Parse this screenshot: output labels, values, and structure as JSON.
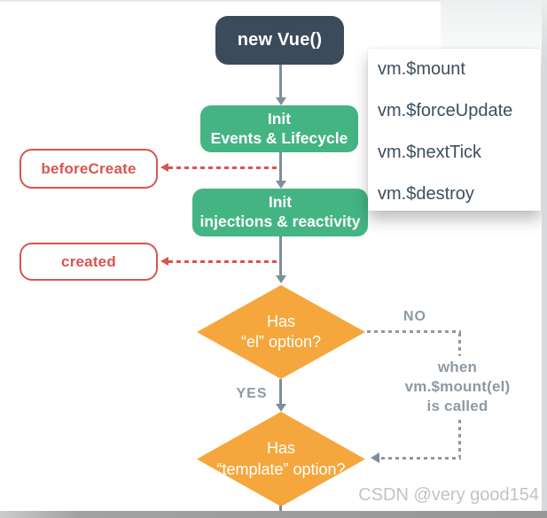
{
  "diagram_title": "Vue instance lifecycle flowchart",
  "nodes": {
    "new_vue": {
      "label": "new Vue()"
    },
    "init_events": {
      "line1": "Init",
      "line2": "Events & Lifecycle"
    },
    "init_injections": {
      "line1": "Init",
      "line2": "injections & reactivity"
    },
    "before_create": {
      "label": "beforeCreate"
    },
    "created": {
      "label": "created"
    },
    "has_el": {
      "line1": "Has",
      "line2": "“el” option?"
    },
    "has_template": {
      "line1": "Has",
      "line2": "“template” option?"
    }
  },
  "labels": {
    "no": "NO",
    "yes": "YES",
    "when_mount": {
      "line1": "when",
      "line2": "vm.$mount(el)",
      "line3": "is called"
    }
  },
  "method_panel": {
    "items": [
      "vm.$mount",
      "vm.$forceUpdate",
      "vm.$nextTick",
      "vm.$destroy"
    ]
  },
  "watermark": "CSDN @very good154",
  "colors": {
    "navy": "#3b4b5c",
    "green": "#44b483",
    "orange": "#f5a73d",
    "red": "#d95450",
    "arrow_gray": "#7e8e9a",
    "label_gray": "#8d99a3",
    "panel_text": "#3d4e5e"
  }
}
